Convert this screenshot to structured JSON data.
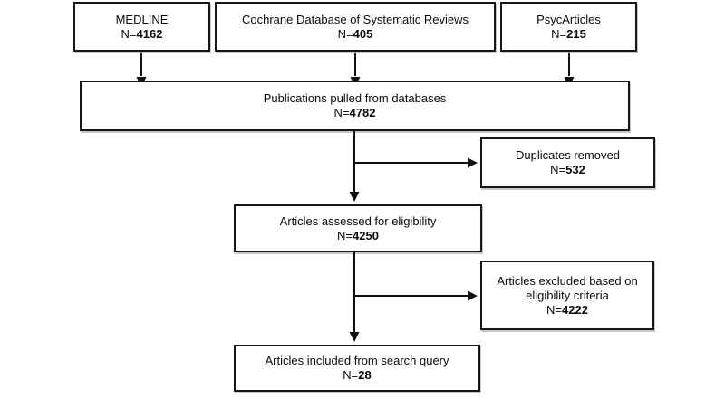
{
  "diagram": {
    "type": "flowchart",
    "colors": {
      "background": "#ffffff",
      "box_border": "#161616",
      "text": "#0a0a0a",
      "arrow": "#111111"
    },
    "nodes": {
      "medline": {
        "label": "MEDLINE",
        "n_prefix": "N=",
        "n_value": "4162"
      },
      "cochrane": {
        "label": "Cochrane Database of Systematic Reviews",
        "n_prefix": "N=",
        "n_value": "405"
      },
      "psycarticles": {
        "label": "PsycArticles",
        "n_prefix": "N=",
        "n_value": "215"
      },
      "publications": {
        "label": "Publications pulled from databases",
        "n_prefix": "N=",
        "n_value": "4782"
      },
      "duplicates": {
        "label": "Duplicates removed",
        "n_prefix": "N=",
        "n_value": "532"
      },
      "assessed": {
        "label": "Articles assessed for eligibility",
        "n_prefix": "N=",
        "n_value": "4250"
      },
      "excluded": {
        "label": "Articles excluded based on eligibility criteria",
        "n_prefix": "N=",
        "n_value": "4222"
      },
      "included": {
        "label": "Articles included from search query",
        "n_prefix": "N=",
        "n_value": "28"
      }
    },
    "edges": [
      "medline -> publications",
      "cochrane -> publications",
      "psycarticles -> publications",
      "publications -> assessed",
      "publications -> duplicates",
      "assessed -> included",
      "assessed -> excluded"
    ]
  }
}
